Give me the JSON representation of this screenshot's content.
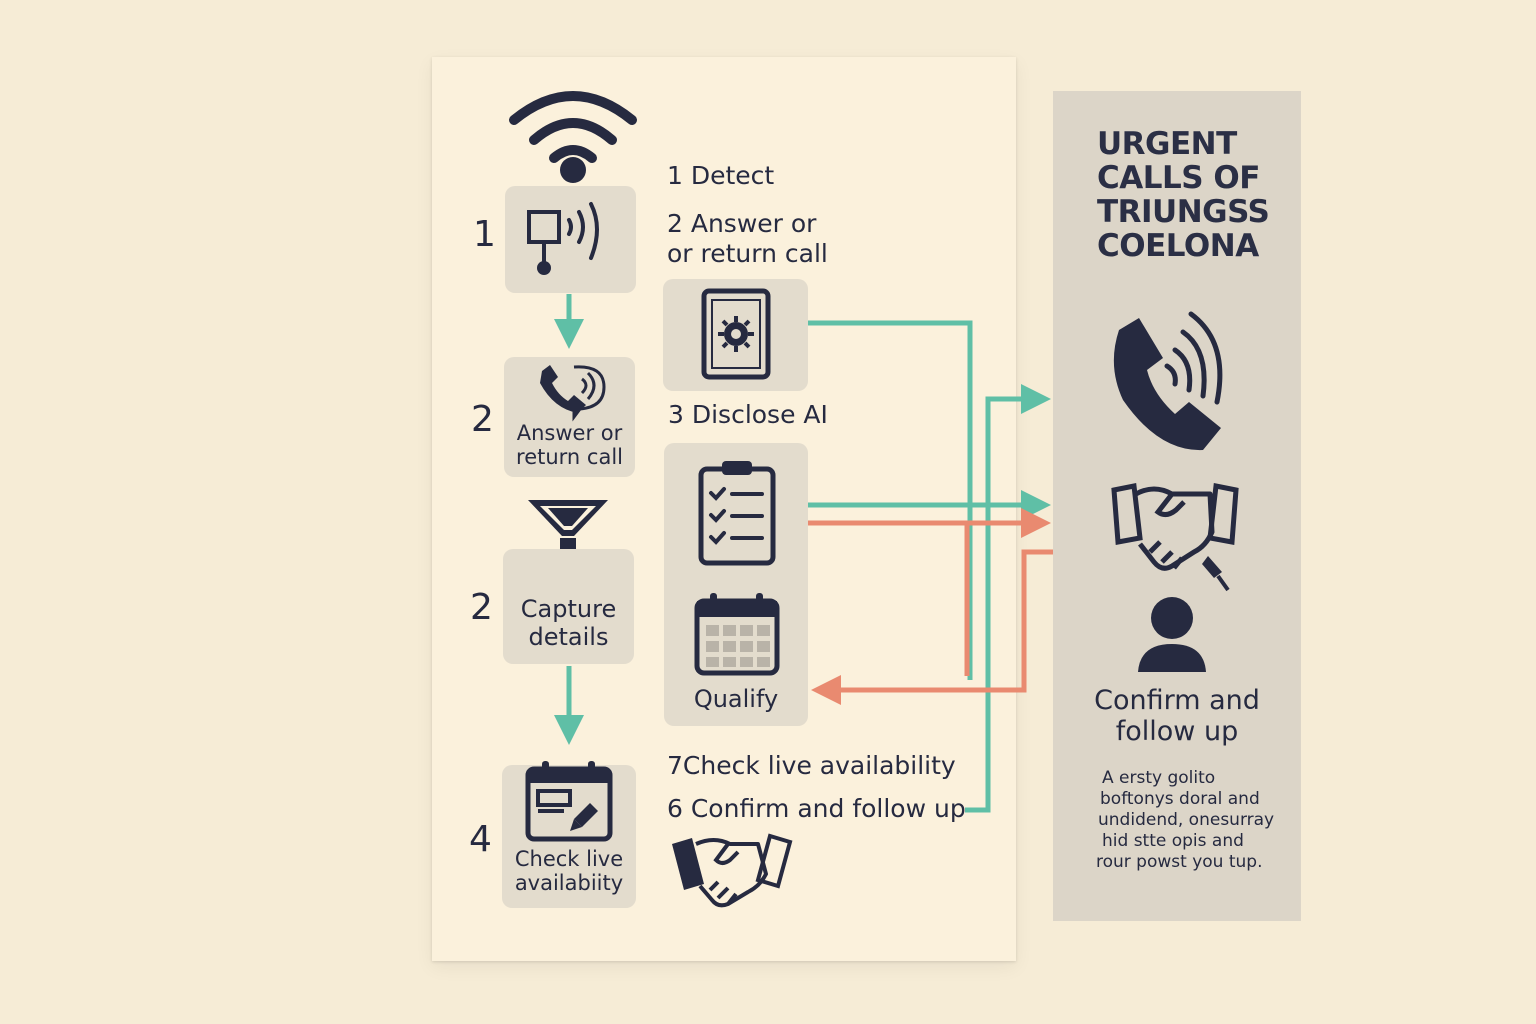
{
  "flow_left": {
    "steps": [
      {
        "number": "1",
        "label": [],
        "icon": "router-broadcast-icon"
      },
      {
        "number": "2",
        "label": [
          "Answer or",
          "return call"
        ],
        "icon": "phone-chat-icon"
      },
      {
        "number": "2",
        "label": [
          "Capture",
          "details"
        ],
        "icon": "funnel-icon"
      },
      {
        "number": "4",
        "label": [
          "Check live",
          "availabiity"
        ],
        "icon": "calendar-edit-icon"
      }
    ],
    "top_icon": "wifi-icon"
  },
  "flow_middle": {
    "line1": "1 Detect",
    "line2a": "2 Answer or",
    "line2b": "or return call",
    "line3": "3 Disclose AI",
    "qualify_label": "Qualify",
    "line7": "7Check live availability",
    "line6": "6 Confirm and follow up",
    "icons": [
      "tablet-gear-icon",
      "clipboard-checklist-icon",
      "calendar-grid-icon",
      "handshake-icon"
    ]
  },
  "sidebar": {
    "title": [
      "URGENT",
      "CALLS OF",
      "TRIUNGSS",
      "COELONA"
    ],
    "icons": [
      "phone-ringing-icon",
      "handshake-icon",
      "person-icon"
    ],
    "heading": [
      "Confirm and",
      "follow up"
    ],
    "body": [
      "A ersty golito",
      "boftonys doral and",
      "undidend, onesurray",
      "hid stte opis and",
      "rour powst you tup."
    ]
  },
  "colors": {
    "background": "#f6ecd6",
    "panel": "#fbf1dc",
    "box": "#e3dccd",
    "sidebar": "#dcd5c8",
    "ink": "#262a40",
    "teal": "#5fbfa6",
    "salmon": "#e98a70"
  }
}
